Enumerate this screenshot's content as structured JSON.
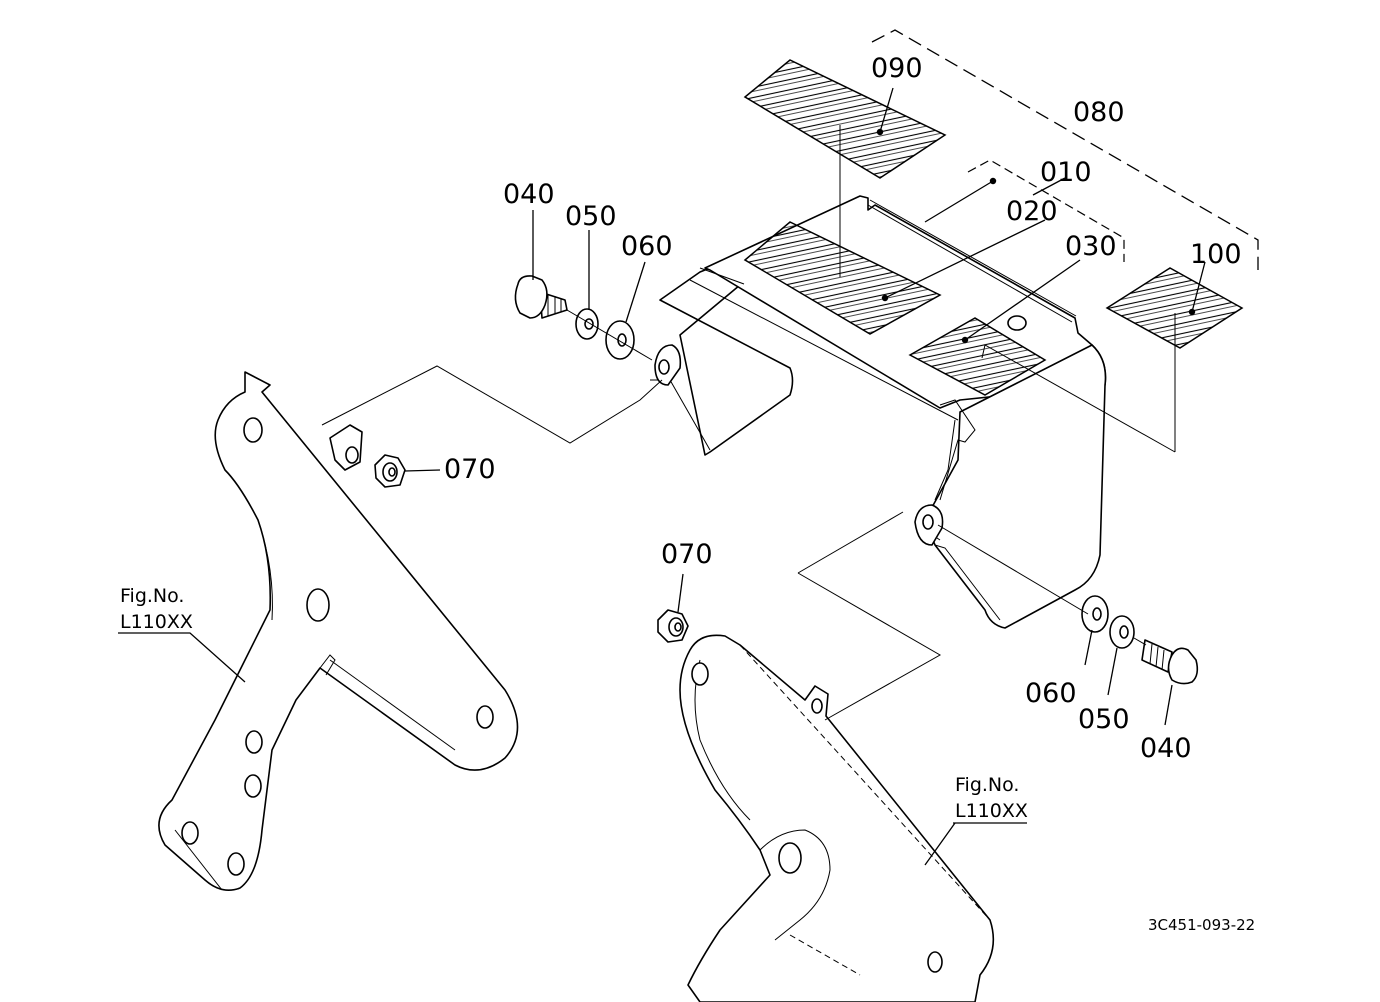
{
  "labels": {
    "p010": "010",
    "p020": "020",
    "p030": "030",
    "p040_top": "040",
    "p040_bottom": "040",
    "p050_top": "050",
    "p050_bottom": "050",
    "p060_top": "060",
    "p060_bottom": "060",
    "p070_left": "070",
    "p070_center": "070",
    "p080": "080",
    "p090": "090",
    "p100": "100"
  },
  "fig_refs": {
    "left": {
      "line1": "Fig.No.",
      "line2": "L110XX"
    },
    "right": {
      "line1": "Fig.No.",
      "line2": "L110XX"
    }
  },
  "drawing_code": "3C451-093-22"
}
